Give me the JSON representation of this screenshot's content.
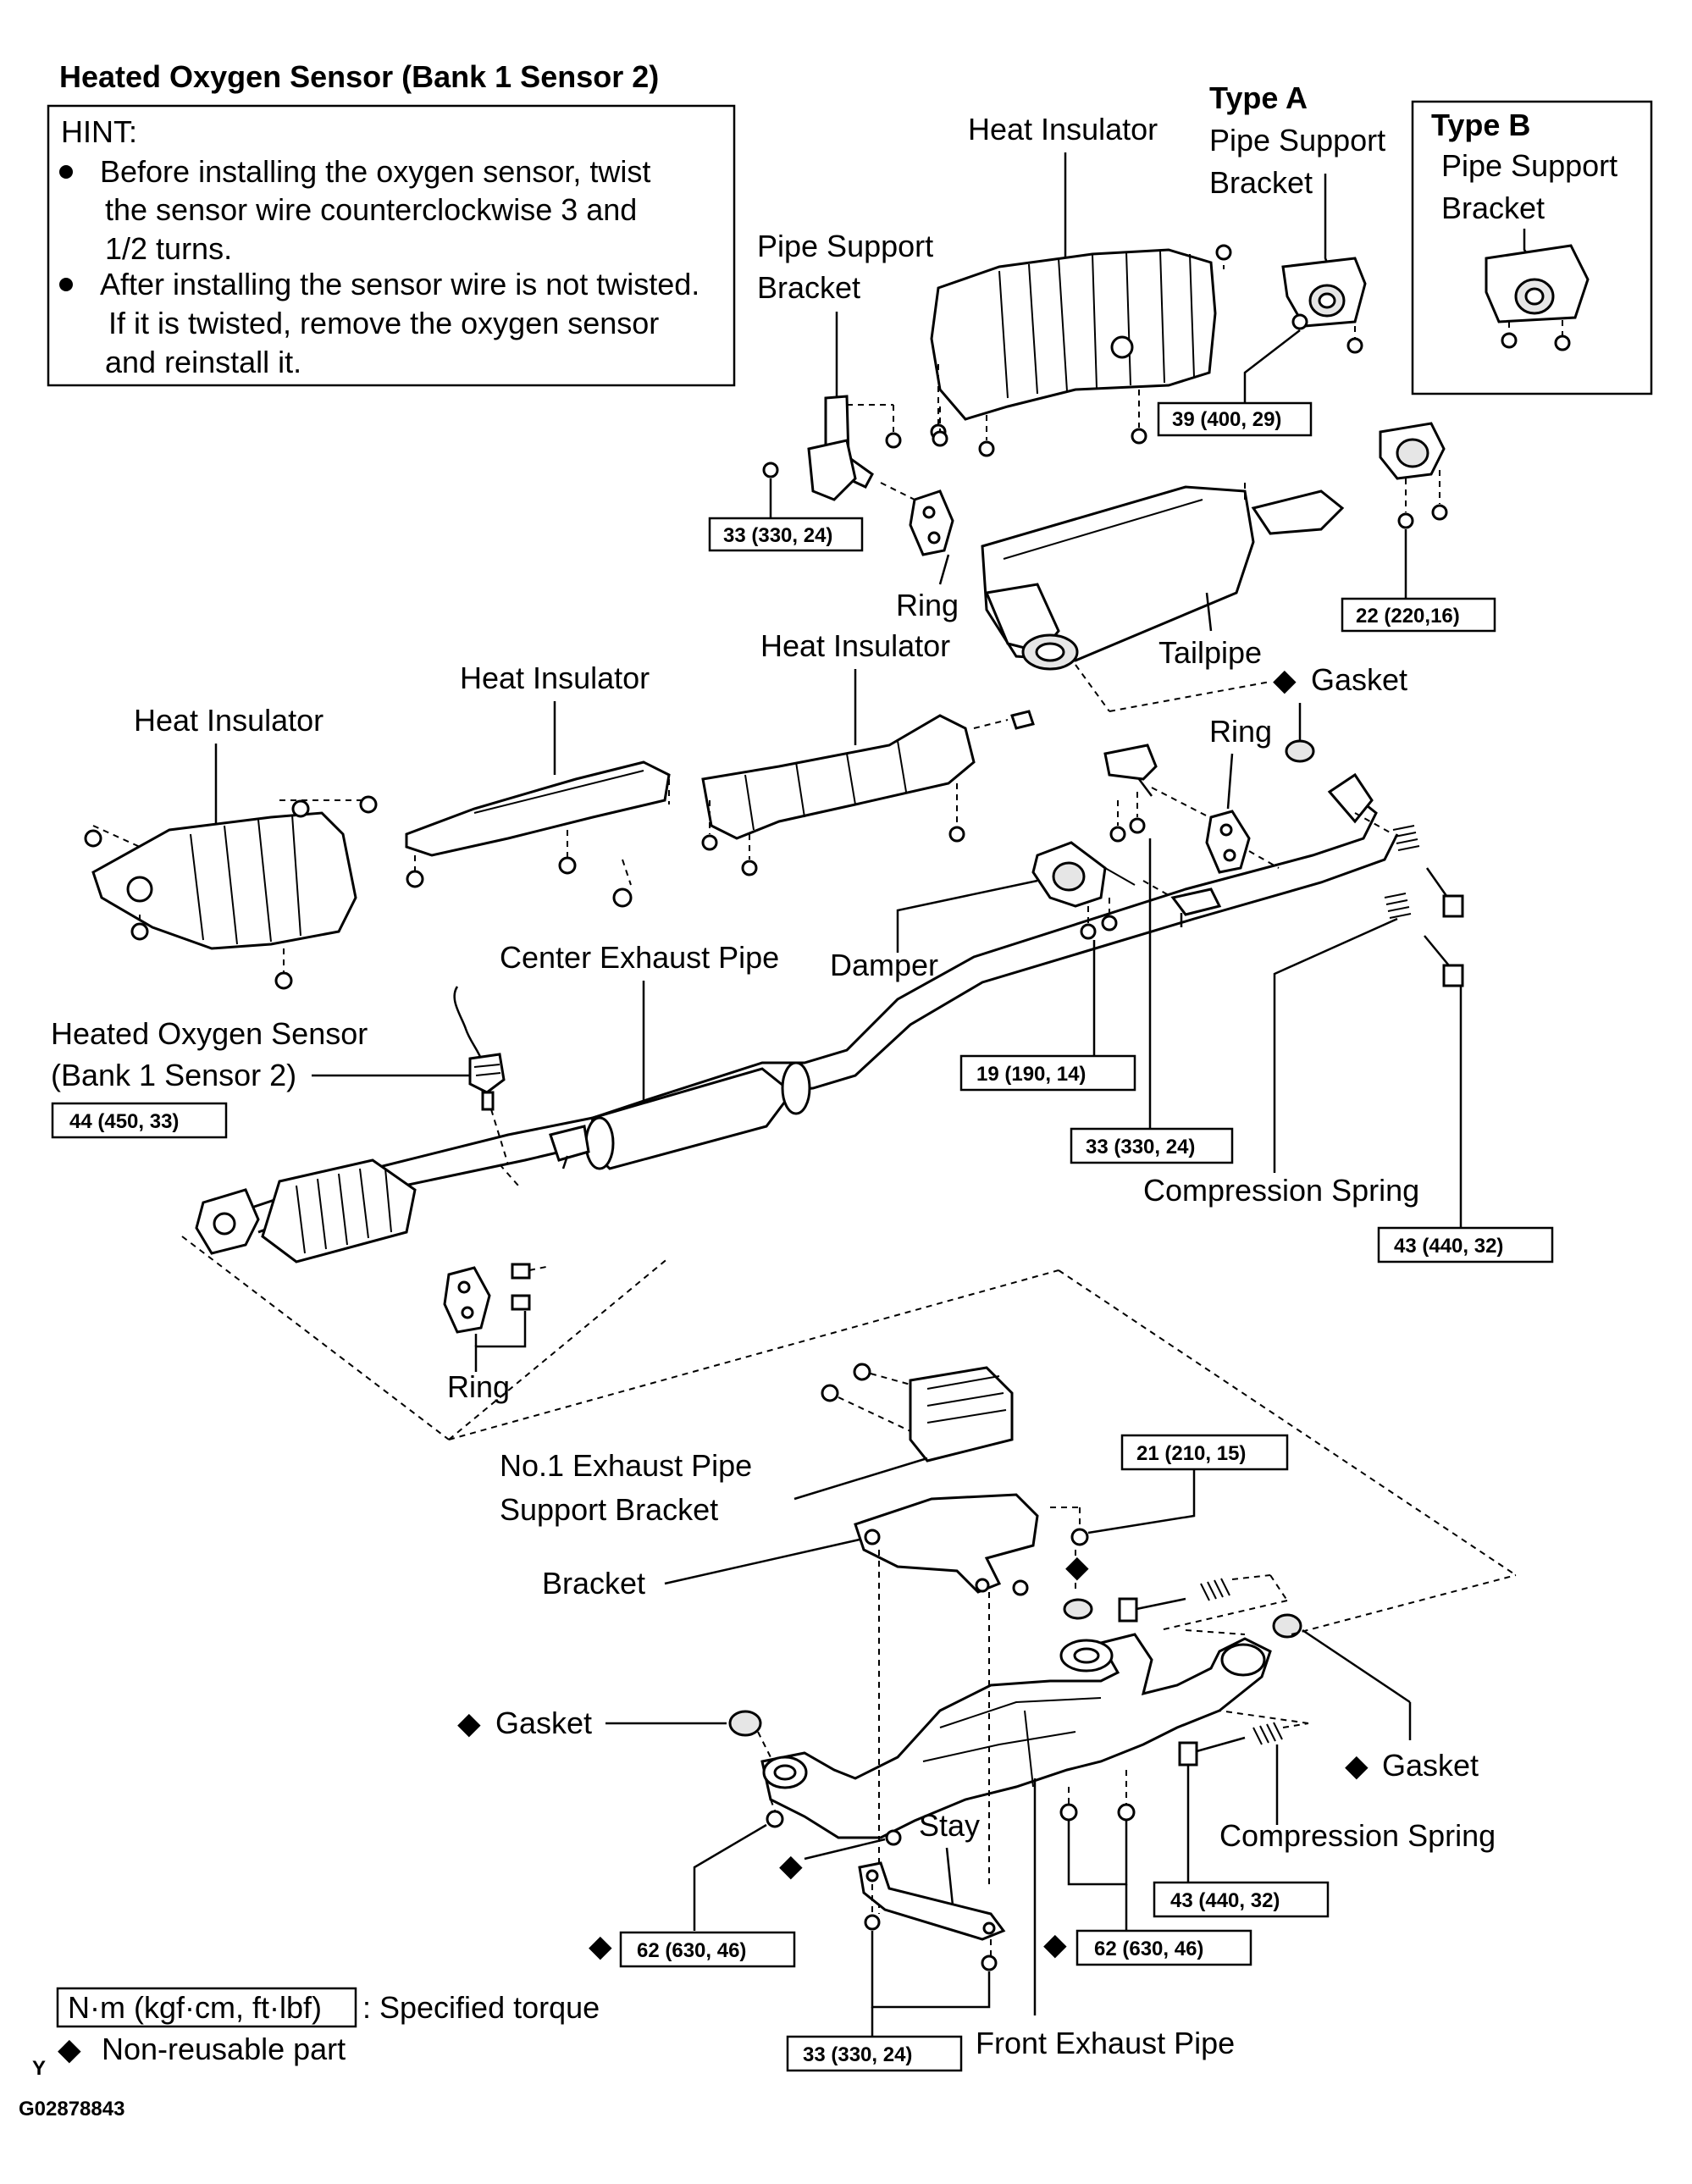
{
  "title": "Heated Oxygen Sensor (Bank 1 Sensor 2)",
  "hint": {
    "heading": "HINT:",
    "items": [
      {
        "line1": "Before installing the oxygen sensor, twist",
        "line2": "the sensor wire counterclockwise 3 and",
        "line3": "1/2 turns."
      },
      {
        "line1": "After installing the sensor wire is not twisted.",
        "line2": "If it is twisted, remove the oxygen sensor",
        "line3": "and reinstall it."
      }
    ]
  },
  "type_a": {
    "title": "Type A",
    "line1": "Pipe Support",
    "line2": "Bracket"
  },
  "type_b": {
    "title": "Type B",
    "line1": "Pipe Support",
    "line2": "Bracket"
  },
  "labels": {
    "heat_insulator_top": "Heat Insulator",
    "pipe_support_bracket_1": "Pipe Support",
    "pipe_support_bracket_2": "Bracket",
    "ring_top": "Ring",
    "heat_insulator_mid": "Heat Insulator",
    "tailpipe": "Tailpipe",
    "gasket_tail": "Gasket",
    "heat_insulator_left": "Heat Insulator",
    "heat_insulator_center": "Heat Insulator",
    "ring_mid": "Ring",
    "center_exhaust_pipe": "Center Exhaust Pipe",
    "damper": "Damper",
    "sensor_1": "Heated Oxygen Sensor",
    "sensor_2": "(Bank 1 Sensor 2)",
    "compression_spring_top": "Compression Spring",
    "ring_bottom": "Ring",
    "no1_bracket_1": "No.1 Exhaust Pipe",
    "no1_bracket_2": "Support Bracket",
    "bracket": "Bracket",
    "gasket_left": "Gasket",
    "gasket_right": "Gasket",
    "stay": "Stay",
    "compression_spring_bottom": "Compression Spring",
    "front_exhaust_pipe": "Front Exhaust Pipe"
  },
  "torques": {
    "t39": "39 (400, 29)",
    "t33_top": "33 (330, 24)",
    "t22": "22 (220,16)",
    "t44": "44 (450, 33)",
    "t19": "19 (190, 14)",
    "t33_mid": "33 (330, 24)",
    "t43_top": "43 (440, 32)",
    "t21": "21 (210, 15)",
    "t43_bottom": "43 (440, 32)",
    "t62_left": "62 (630, 46)",
    "t62_right": "62 (630, 46)",
    "t33_bottom": "33 (330, 24)"
  },
  "legend": {
    "torque_unit": "N·m (kgf·cm, ft·lbf)",
    "torque_desc": ": Specified torque",
    "nonreusable": "Non-reusable part",
    "diamond_glyph": "◆"
  },
  "corner_letter": "Y",
  "figure_code": "G02878843"
}
